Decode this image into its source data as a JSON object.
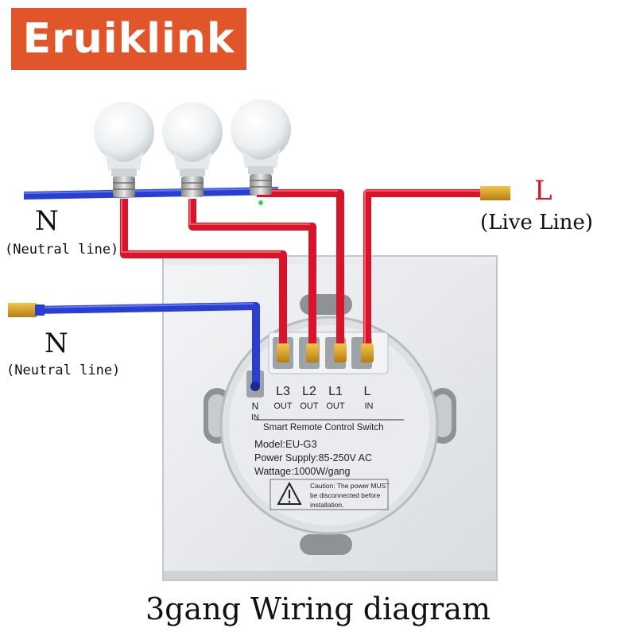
{
  "brand": {
    "logo_text": "Eruiklink",
    "color": "#e1552a"
  },
  "labels": {
    "neutral_top": {
      "letter": "N",
      "text": "(Neutral line)"
    },
    "neutral_left": {
      "letter": "N",
      "text": "(Neutral line)"
    },
    "live": {
      "letter": "L",
      "text": "(Live Line)"
    }
  },
  "terminals": [
    {
      "name": "L3",
      "sub": "OUT"
    },
    {
      "name": "L2",
      "sub": "OUT"
    },
    {
      "name": "L1",
      "sub": "OUT"
    },
    {
      "name": "L",
      "sub": "IN"
    }
  ],
  "neutral_terminal": {
    "name": "N",
    "sub": "IN"
  },
  "device": {
    "title": "Smart Remote Control Switch",
    "model": "Model:EU-G3",
    "power": "Power Supply:85-250V AC",
    "wattage": "Wattage:1000W/gang",
    "caution_line1": "Caution: The power MUST",
    "caution_line2": "be disconnected before",
    "caution_line3": "installation."
  },
  "caption": "3gang Wiring diagram",
  "colors": {
    "live_wire": "#d8142a",
    "neutral_wire": "#2a3fd0",
    "live_text": "#d8142a"
  }
}
